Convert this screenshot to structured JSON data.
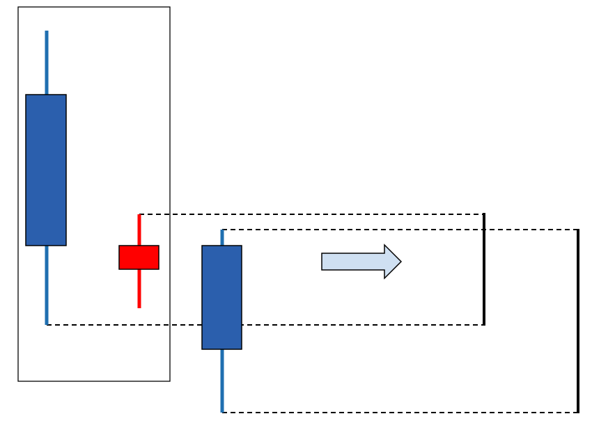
{
  "diagram": {
    "colors": {
      "background": "#ffffff",
      "bearish_body": "#2b5fad",
      "bearish_wick": "#1f6fb0",
      "bullish_body": "#ff0000",
      "bullish_wick": "#ff0000",
      "outline": "#000000",
      "dashed_range": "#000000",
      "arrow_fill": "#cfe0f2",
      "arrow_stroke": "#000000"
    },
    "candles": [
      {
        "id": "candle-1",
        "direction": "bearish"
      },
      {
        "id": "candle-2",
        "direction": "bullish"
      },
      {
        "id": "candle-3",
        "direction": "bearish"
      }
    ],
    "arrow_icon": "right-arrow-icon"
  }
}
